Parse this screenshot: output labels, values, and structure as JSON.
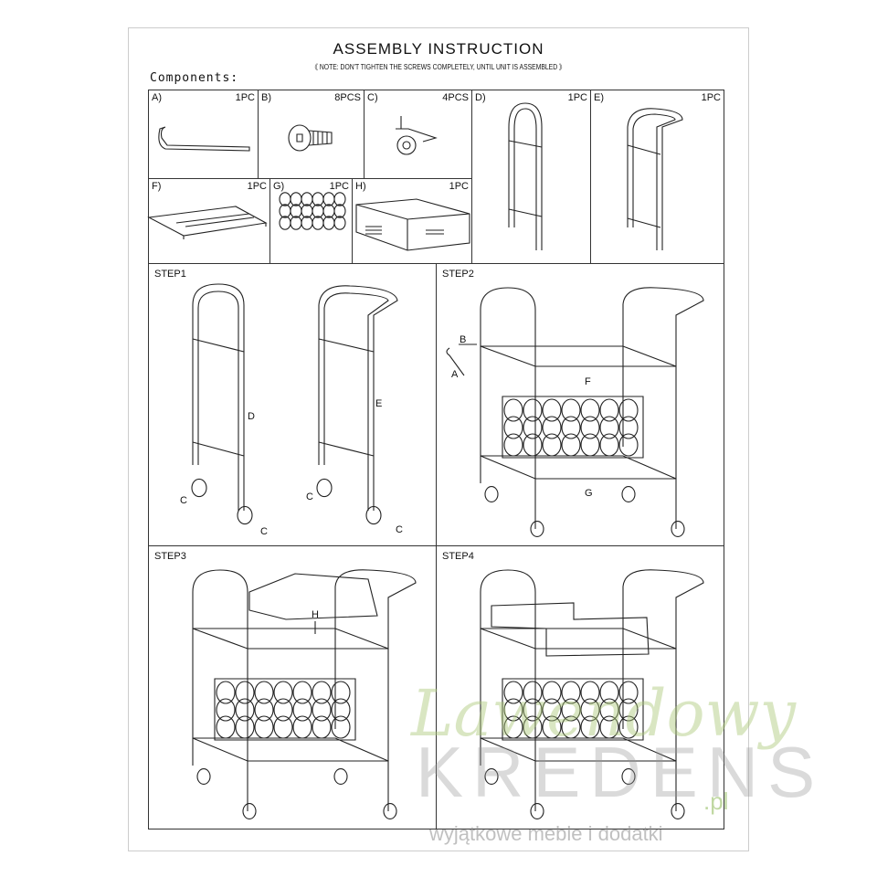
{
  "header": {
    "title": "ASSEMBLY INSTRUCTION",
    "note": "《 NOTE: DON'T TIGHTEN THE SCREWS COMPLETELY, UNTIL UNIT IS ASSEMBLED 》",
    "components_label": "Components:"
  },
  "components": [
    {
      "label": "A)",
      "qty": "1PC"
    },
    {
      "label": "B)",
      "qty": "8PCS"
    },
    {
      "label": "C)",
      "qty": "4PCS"
    },
    {
      "label": "D)",
      "qty": "1PC"
    },
    {
      "label": "E)",
      "qty": "1PC"
    },
    {
      "label": "F)",
      "qty": "1PC"
    },
    {
      "label": "G)",
      "qty": "1PC"
    },
    {
      "label": "H)",
      "qty": "1PC"
    }
  ],
  "steps": [
    {
      "title": "STEP1",
      "callouts": {
        "d": "D",
        "e": "E",
        "c": "C"
      }
    },
    {
      "title": "STEP2",
      "callouts": {
        "a": "A",
        "b": "B",
        "f": "F",
        "g": "G"
      }
    },
    {
      "title": "STEP3",
      "callouts": {
        "h": "H"
      }
    },
    {
      "title": "STEP4"
    }
  ],
  "watermark": {
    "script": "Lawendowy",
    "brand": "KREDENS",
    ".pl": ".pl",
    "tld": ".pl",
    "tagline": "wyjątkowe meble i dodatki"
  }
}
